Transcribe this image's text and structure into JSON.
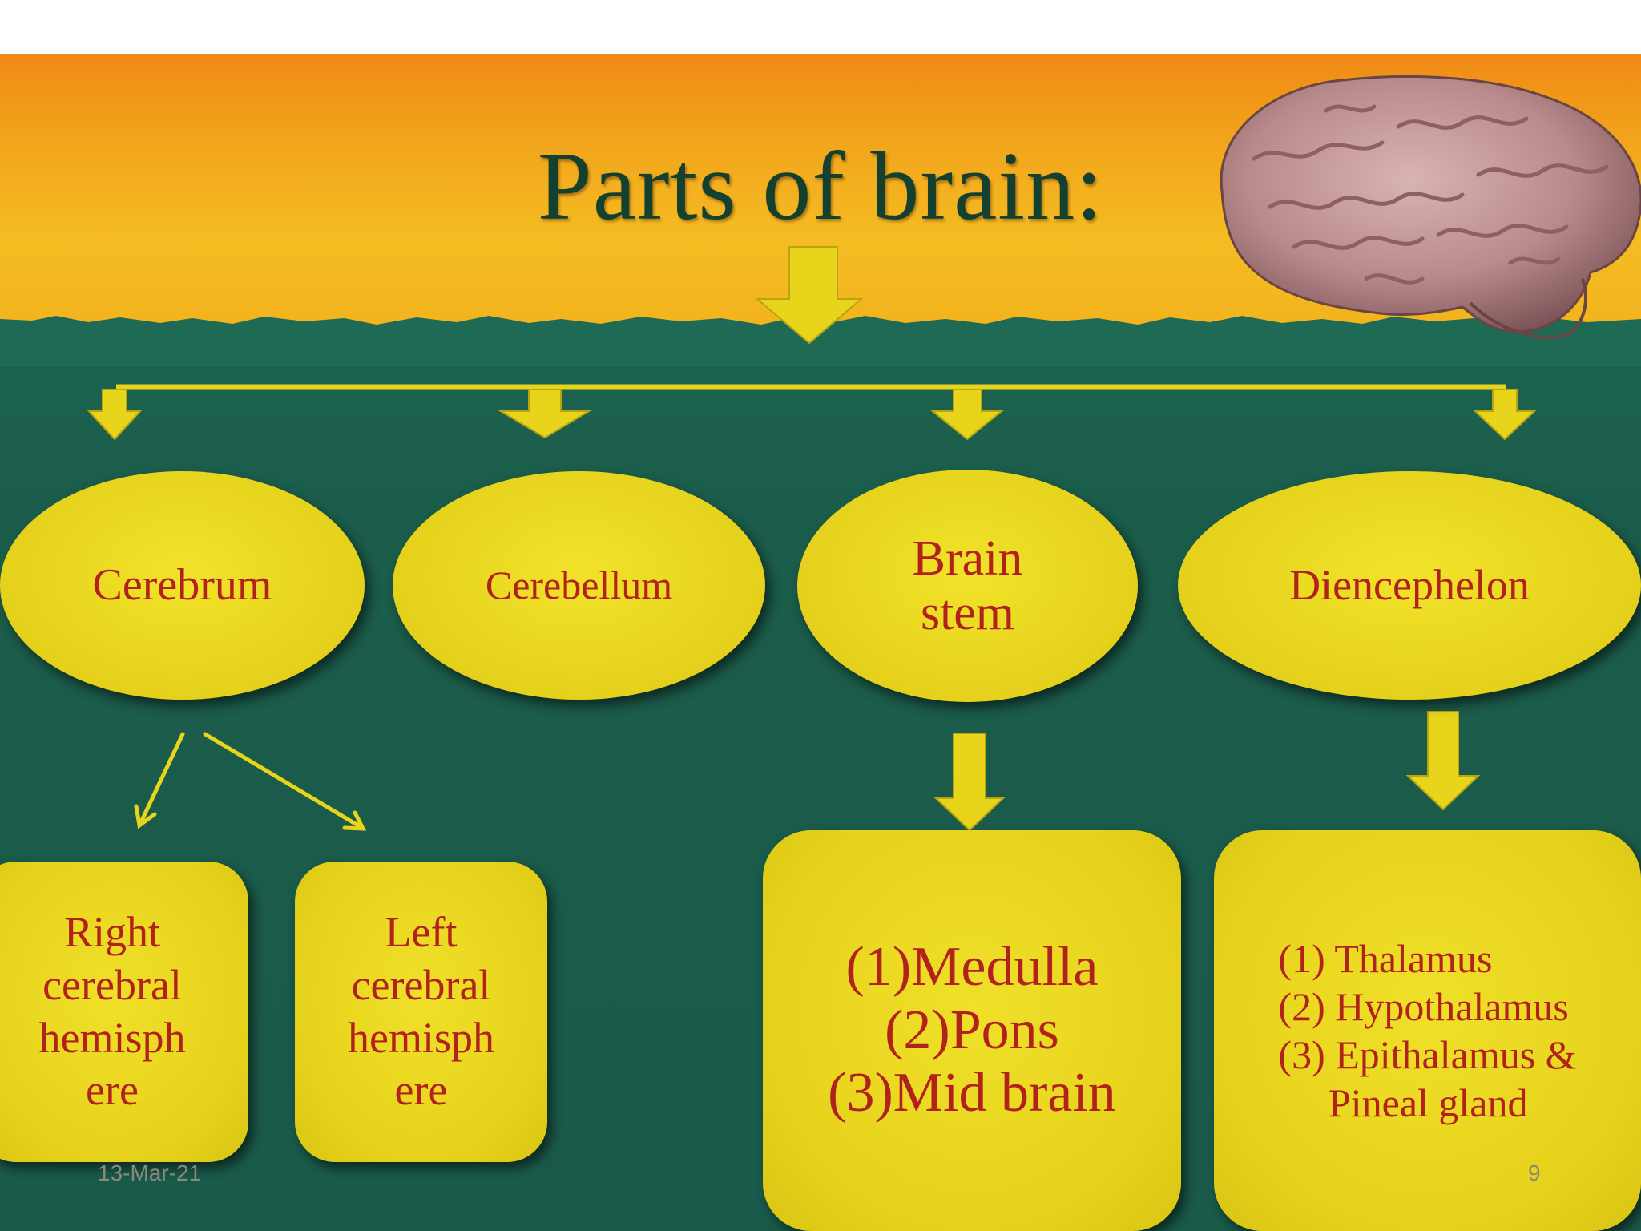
{
  "slide": {
    "title": "Parts of brain:",
    "date": "13-Mar-21",
    "page_number": "9"
  },
  "parts": [
    {
      "label": "Cerebrum"
    },
    {
      "label": "Cerebellum"
    },
    {
      "label": "Brain\nstem"
    },
    {
      "label": "Diencephelon"
    }
  ],
  "cerebrum_children": [
    {
      "label": "Right\ncerebral\nhemisph\nere"
    },
    {
      "label": "Left\ncerebral\nhemisph\nere"
    }
  ],
  "brain_stem_children": {
    "label": "(1)Medulla\n(2)Pons\n(3)Mid brain"
  },
  "diencephelon_children": {
    "label": "(1) Thalamus\n(2) Hypothalamus\n(3) Epithalamus &\n     Pineal gland"
  },
  "colors": {
    "top_band": "#f2a51c",
    "background": "#1b5c4b",
    "shape_fill": "#e5d11b",
    "text": "#b1221c",
    "title": "#14402f"
  }
}
